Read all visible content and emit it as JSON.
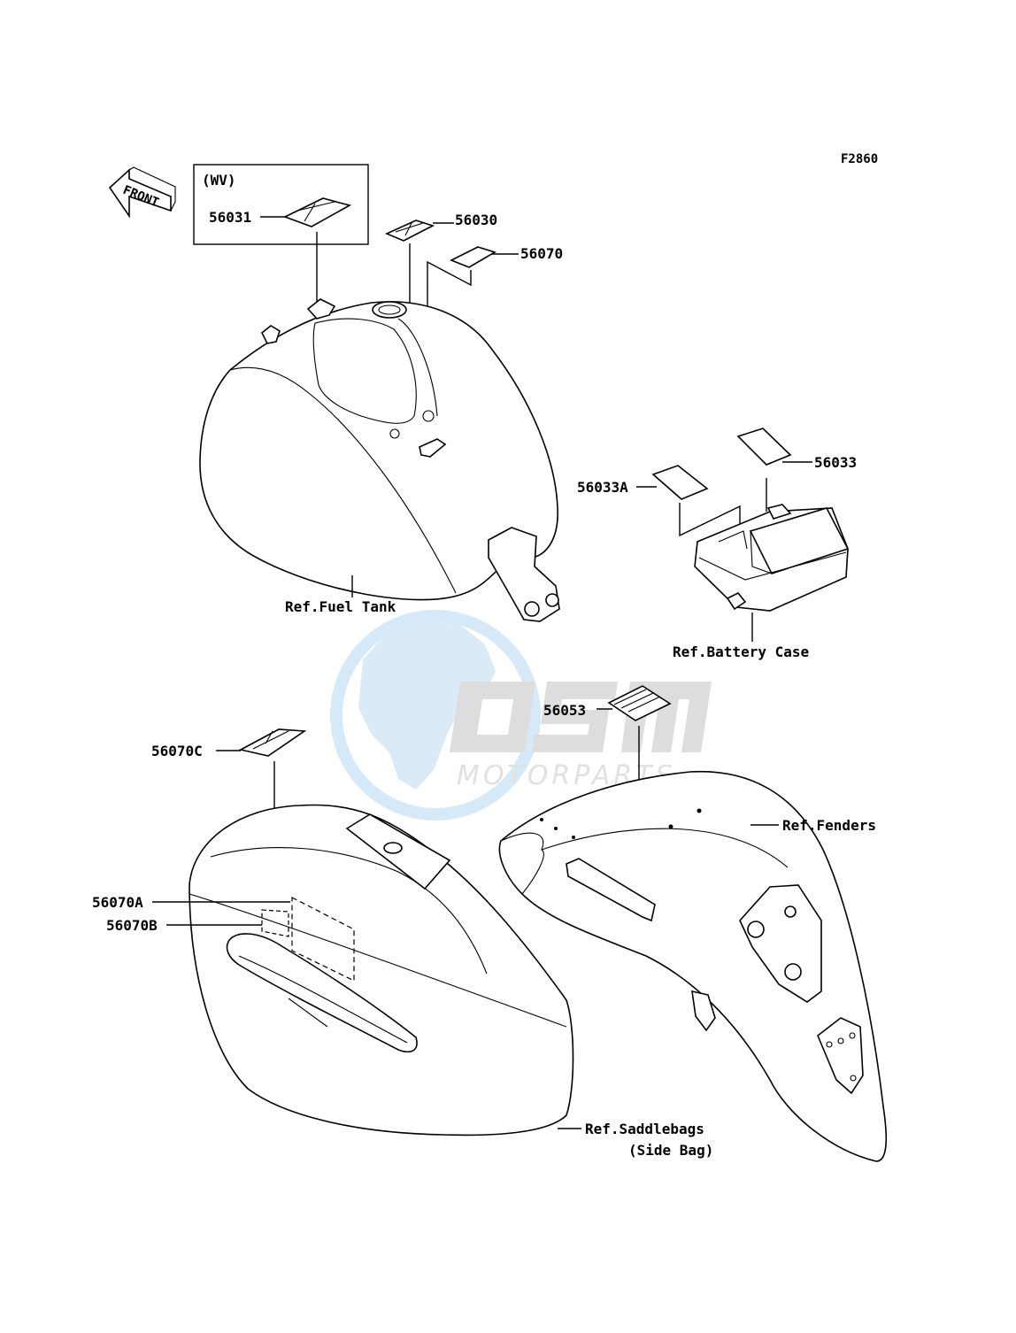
{
  "figure_code": "F2860",
  "front_label": "FRONT",
  "variant_box_label": "(WV)",
  "watermark": {
    "brand": "OSM",
    "sub": "MOTORPARTS",
    "globe_color": "#5aa6dc",
    "letter_color": "#9a9a9a"
  },
  "callouts": {
    "p56031": "56031",
    "p56030": "56030",
    "p56070": "56070",
    "p56033": "56033",
    "p56033a": "56033A",
    "p56053": "56053",
    "p56070c": "56070C",
    "p56070a": "56070A",
    "p56070b": "56070B"
  },
  "references": {
    "fuel_tank": "Ref.Fuel Tank",
    "battery_case": "Ref.Battery Case",
    "fenders": "Ref.Fenders",
    "saddlebags": "Ref.Saddlebags",
    "saddlebags_sub": "(Side Bag)"
  }
}
